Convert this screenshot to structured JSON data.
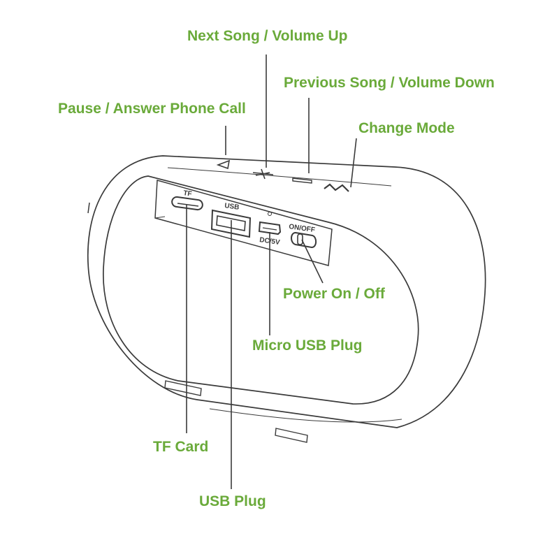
{
  "colors": {
    "callout_text": "#6aaa3a",
    "line_art": "#3a3a3a",
    "background": "#ffffff"
  },
  "callouts": {
    "next_song": "Next Song / Volume Up",
    "previous_song": "Previous Song / Volume Down",
    "pause": "Pause / Answer Phone Call",
    "change_mode": "Change Mode",
    "power": "Power On / Off",
    "micro_usb": "Micro USB Plug",
    "tf_card": "TF Card",
    "usb_plug": "USB Plug"
  },
  "panel_labels": {
    "tf": "TF",
    "usb": "USB",
    "dc": "DC/5V",
    "on_off": "ON/OFF"
  },
  "icons": {
    "play": "play-triangle-icon",
    "next": "plus-icon",
    "previous": "minus-icon",
    "mode": "mode-m-icon"
  }
}
